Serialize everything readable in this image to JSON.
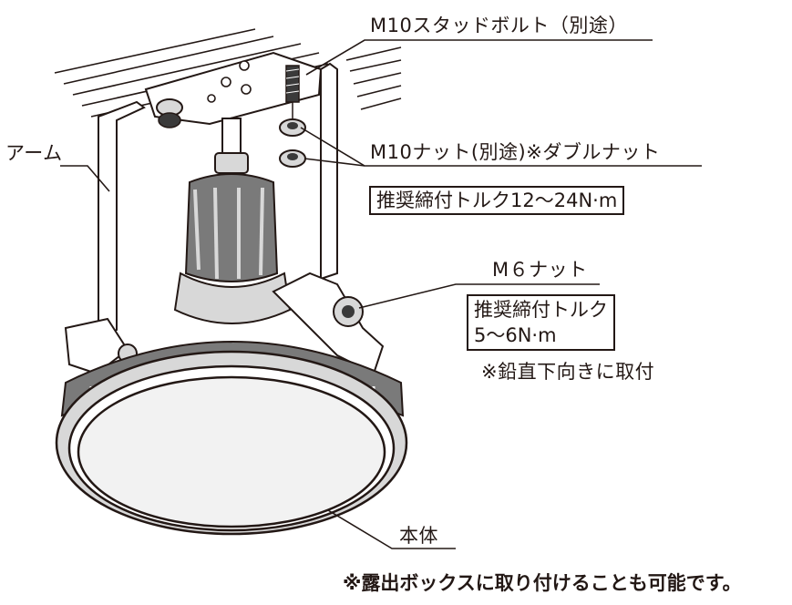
{
  "labels": {
    "stud_bolt": "M10スタッドボルト（別途）",
    "arm": "アーム",
    "m10_nut": "M10ナット(別途)※ダブルナット",
    "torque_m10": "推奨締付トルク12～24N·m",
    "m6_nut": "M６ナット",
    "torque_m6_line1": "推奨締付トルク",
    "torque_m6_line2": "5～6N·m",
    "vertical_note": "※鉛直下向きに取付",
    "body": "本体",
    "footer_note": "※露出ボックスに取り付けることも可能です。"
  },
  "icons": {
    "ceiling": "ceiling-hatch",
    "fixture": "led-high-bay-light-icon"
  },
  "colors": {
    "line": "#231815",
    "dark_fill": "#3a3a3a",
    "mid_fill": "#7a7a7a",
    "light_fill": "#d8d8d8",
    "lens": "#f2f2f2"
  }
}
